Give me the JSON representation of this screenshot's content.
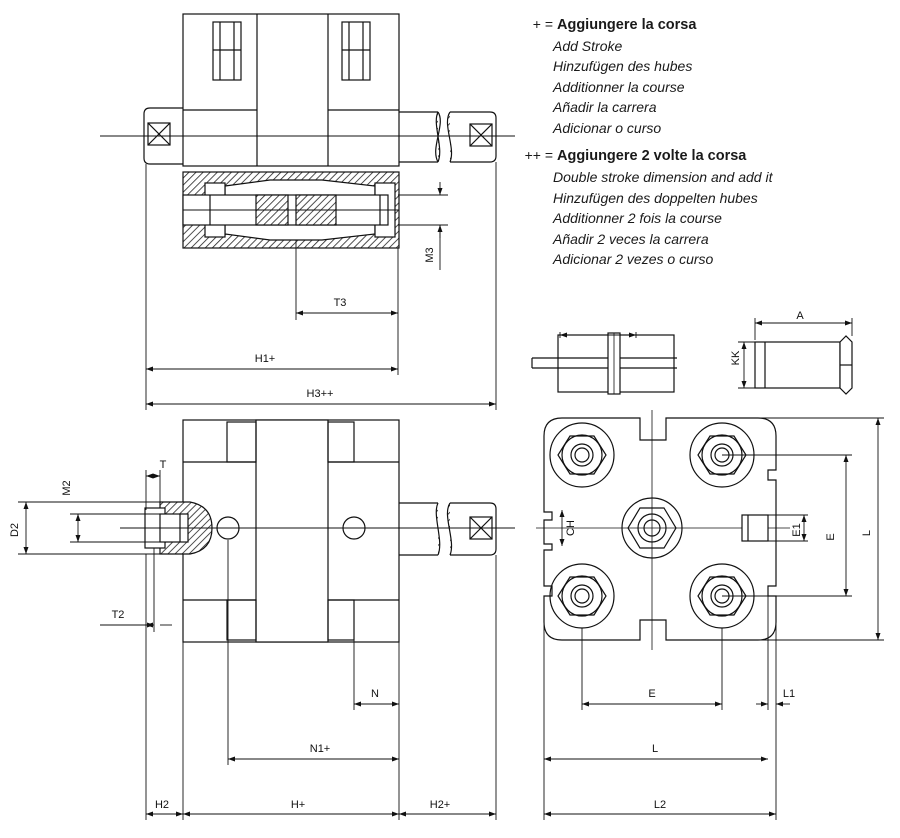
{
  "legend": {
    "plus": {
      "symbol": "+ =",
      "main": "Aggiungere la corsa",
      "translations": [
        "Add Stroke",
        "Hinzufügen des hubes",
        "Additionner la course",
        "Añadir la carrera",
        "Adicionar o curso"
      ]
    },
    "doubleplus": {
      "symbol": "++ =",
      "main": "Aggiungere 2 volte la corsa",
      "translations": [
        "Double stroke dimension and add it",
        "Hinzufügen des doppelten hubes",
        "Additionner 2 fois la course",
        "Añadir 2 veces la carrera",
        "Adicionar 2 vezes o curso"
      ]
    }
  },
  "dimensions": {
    "M3": "M3",
    "T3": "T3",
    "H1": "H1+",
    "H3": "H3++",
    "A": "A",
    "KK": "KK",
    "T": "T",
    "M2": "M2",
    "D2": "D2",
    "T2": "T2",
    "N": "N",
    "N1": "N1+",
    "H2": "H2",
    "H": "H+",
    "H2plus": "H2+",
    "CH": "CH",
    "E1": "E1",
    "E_vertical": "E",
    "L_vertical": "L",
    "E_horizontal": "E",
    "L1": "L1",
    "L_horizontal": "L",
    "L2": "L2"
  }
}
